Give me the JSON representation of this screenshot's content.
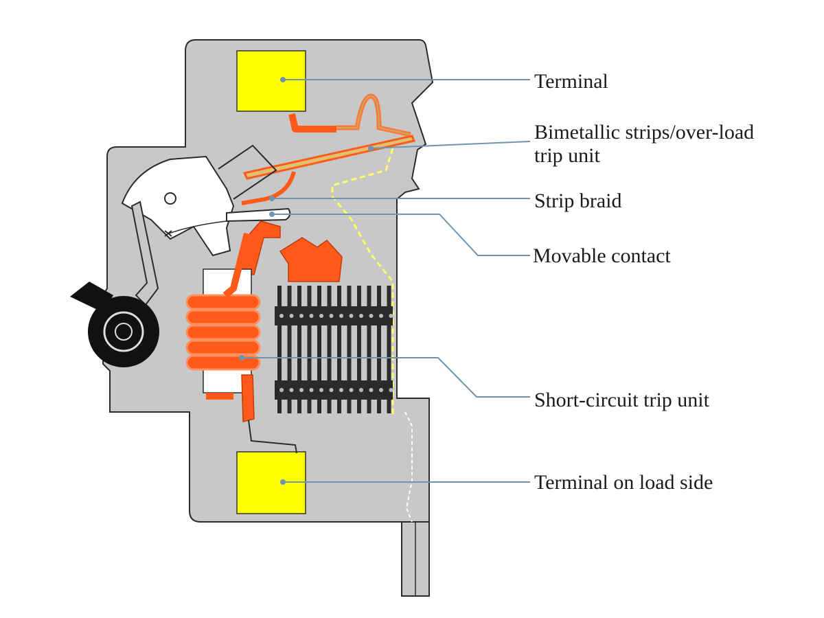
{
  "labels": {
    "terminal": "Terminal",
    "bimetal_line1": "Bimetallic strips/over-load",
    "bimetal_line2": "trip unit",
    "strip_braid": "Strip braid",
    "movable_contact": "Movable contact",
    "short_circuit": "Short-circuit trip unit",
    "terminal_load": "Terminal on load side"
  },
  "colors": {
    "housing": "#c8c8c8",
    "housing_stroke": "#2a2a2a",
    "terminal": "#ffff00",
    "copper": "#ff5a1a",
    "copper_light": "#ff9060",
    "leader": "#6f93b0",
    "handle": "#111111",
    "arc_chute": "#2b2b2b",
    "dashed_path": "#ffff66"
  }
}
